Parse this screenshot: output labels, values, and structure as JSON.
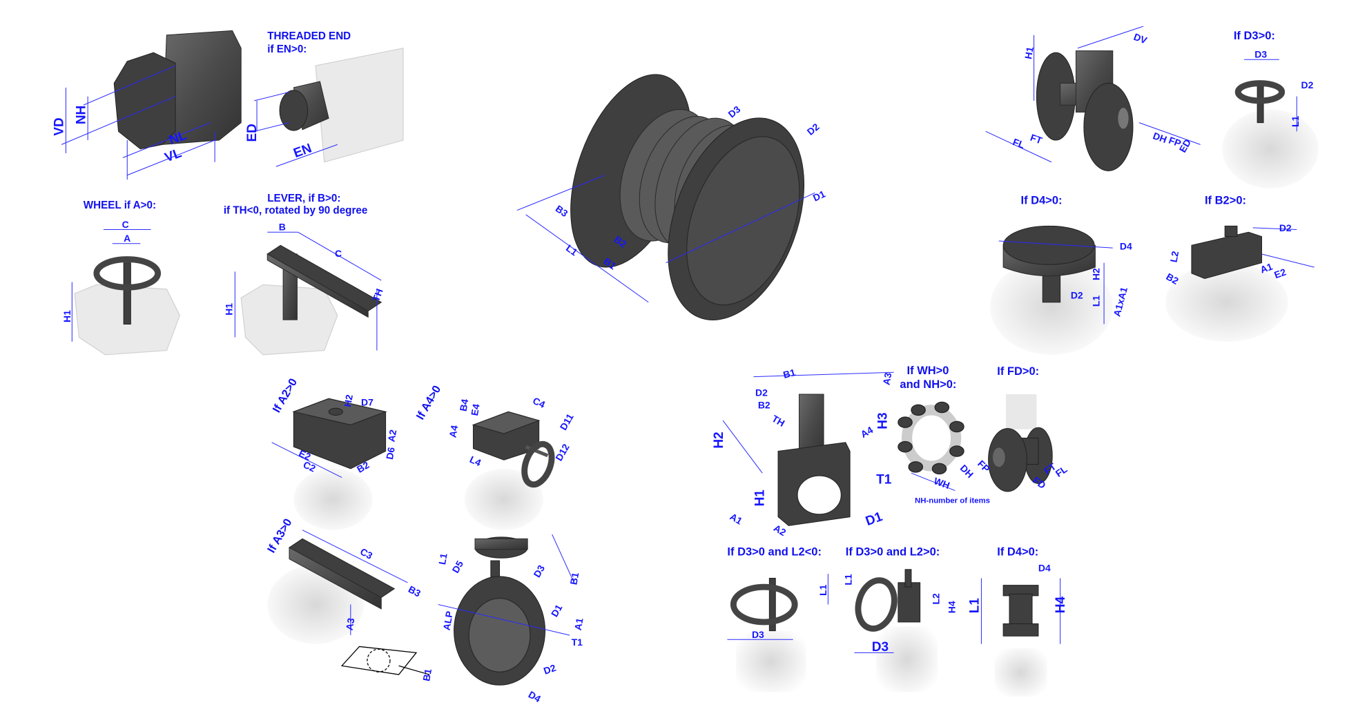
{
  "captions": {
    "threaded_end_1": "THREADED END",
    "threaded_end_2": "if EN>0:",
    "wheel": "WHEEL if A>0:",
    "lever_1": "LEVER, if B>0:",
    "lever_2": "if TH<0, rotated by 90 degree",
    "d3_top": "If D3>0:",
    "d4_top": "If D4>0:",
    "b2": "If B2>0:",
    "wh_1": "If WH>0",
    "wh_2": "and NH>0:",
    "fd": "If FD>0:",
    "nh_note": "NH-number of items",
    "d3_l2_neg": "If D3>0 and L2<0:",
    "d3_l2_pos": "If D3>0 and L2>0:",
    "d4_bottom": "If D4>0:",
    "a2": "If A2>0",
    "a4": "If A4>0",
    "a3": "If A3>0"
  },
  "dims": {
    "hex": [
      "VD",
      "NH",
      "NL",
      "VL"
    ],
    "threaded": [
      "ED",
      "EN"
    ],
    "wheel": [
      "C",
      "A",
      "H1"
    ],
    "lever": [
      "B",
      "C",
      "TH",
      "H1"
    ],
    "bellows": [
      "D3",
      "D2",
      "D1",
      "B3",
      "B2",
      "L1",
      "B1"
    ],
    "body_top": [
      "H1",
      "DV",
      "FT",
      "FL",
      "DH",
      "FP",
      "ED"
    ],
    "d3_top": [
      "D3",
      "D2",
      "L1"
    ],
    "d4_top": [
      "D4",
      "H2",
      "L1",
      "D2",
      "A1xA1"
    ],
    "b2": [
      "D2",
      "L2",
      "B2",
      "A1",
      "E2"
    ],
    "a2": [
      "H2",
      "D7",
      "A2",
      "D6",
      "E2",
      "C2",
      "B2"
    ],
    "a4": [
      "B4",
      "E4",
      "C4",
      "A4",
      "L4",
      "D11",
      "D12"
    ],
    "stem": [
      "B1",
      "A3",
      "D2",
      "B2",
      "TH",
      "H3",
      "H2",
      "A4",
      "T1",
      "H1",
      "A1",
      "A2",
      "D1"
    ],
    "wh": [
      "WH",
      "DH"
    ],
    "fd": [
      "FP",
      "FD",
      "FT",
      "FL"
    ],
    "a3": [
      "C3",
      "B3",
      "A3"
    ],
    "body": [
      "L1",
      "D5",
      "D3",
      "B1",
      "ALP",
      "D1",
      "A1",
      "T1",
      "D2",
      "D4"
    ],
    "schematic": [
      "B1"
    ],
    "d3n": [
      "L1",
      "D3"
    ],
    "d3p": [
      "L1",
      "L2",
      "H4",
      "D3"
    ],
    "d4b": [
      "D4",
      "L1",
      "H4"
    ]
  }
}
